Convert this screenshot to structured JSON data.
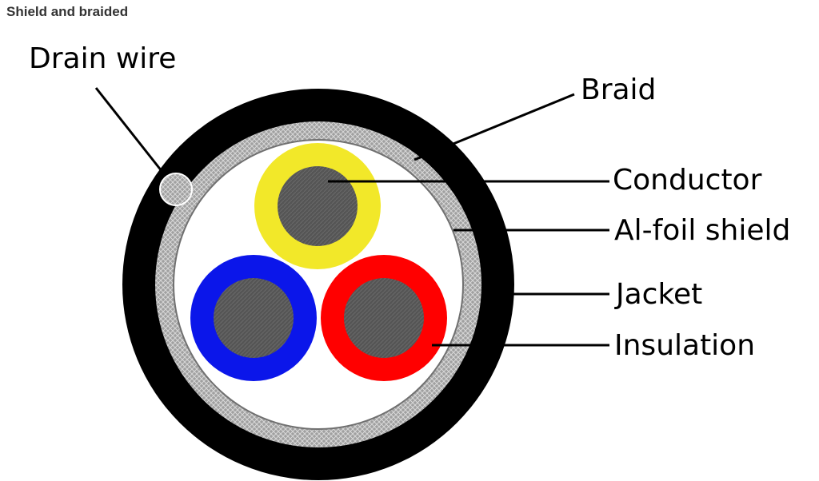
{
  "title": "Shield and braided",
  "labels": {
    "drain_wire": "Drain wire",
    "braid": "Braid",
    "conductor": "Conductor",
    "foil_shield": "Al-foil shield",
    "jacket": "Jacket",
    "insulation": "Insulation"
  },
  "colors": {
    "jacket": "#000000",
    "braid": "#a8a8a8",
    "foil": "#ffffff",
    "conductor": "#595959",
    "insulation_yellow": "#f2e829",
    "insulation_blue": "#0b16ea",
    "insulation_red": "#ff0000"
  }
}
